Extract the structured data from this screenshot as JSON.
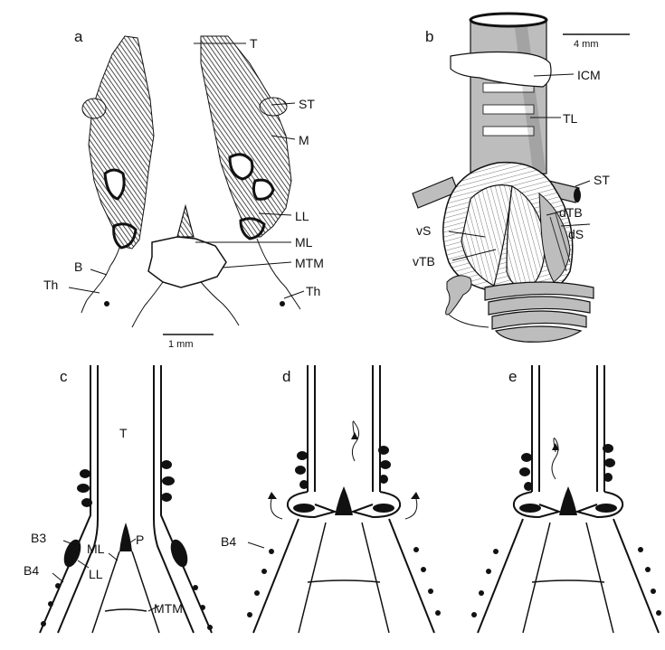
{
  "panels": {
    "a": {
      "label": "a",
      "labels": {
        "T": "T",
        "ST": "ST",
        "M": "M",
        "LL": "LL",
        "ML": "ML",
        "MTM": "MTM",
        "B": "B",
        "Th_left": "Th",
        "Th_right": "Th"
      },
      "scale_bar": "1 mm"
    },
    "b": {
      "label": "b",
      "labels": {
        "ICM": "ICM",
        "TL": "TL",
        "ST": "ST",
        "dTB": "dTB",
        "vS": "vS",
        "dS": "dS",
        "vTB": "vTB"
      },
      "scale_bar": "4 mm"
    },
    "c": {
      "label": "c",
      "labels": {
        "T": "T",
        "B3": "B3",
        "B4": "B4",
        "ML": "ML",
        "P": "P",
        "LL": "LL",
        "MTM": "MTM"
      }
    },
    "d": {
      "label": "d",
      "labels": {
        "B4": "B4"
      }
    },
    "e": {
      "label": "e",
      "labels": {}
    }
  }
}
